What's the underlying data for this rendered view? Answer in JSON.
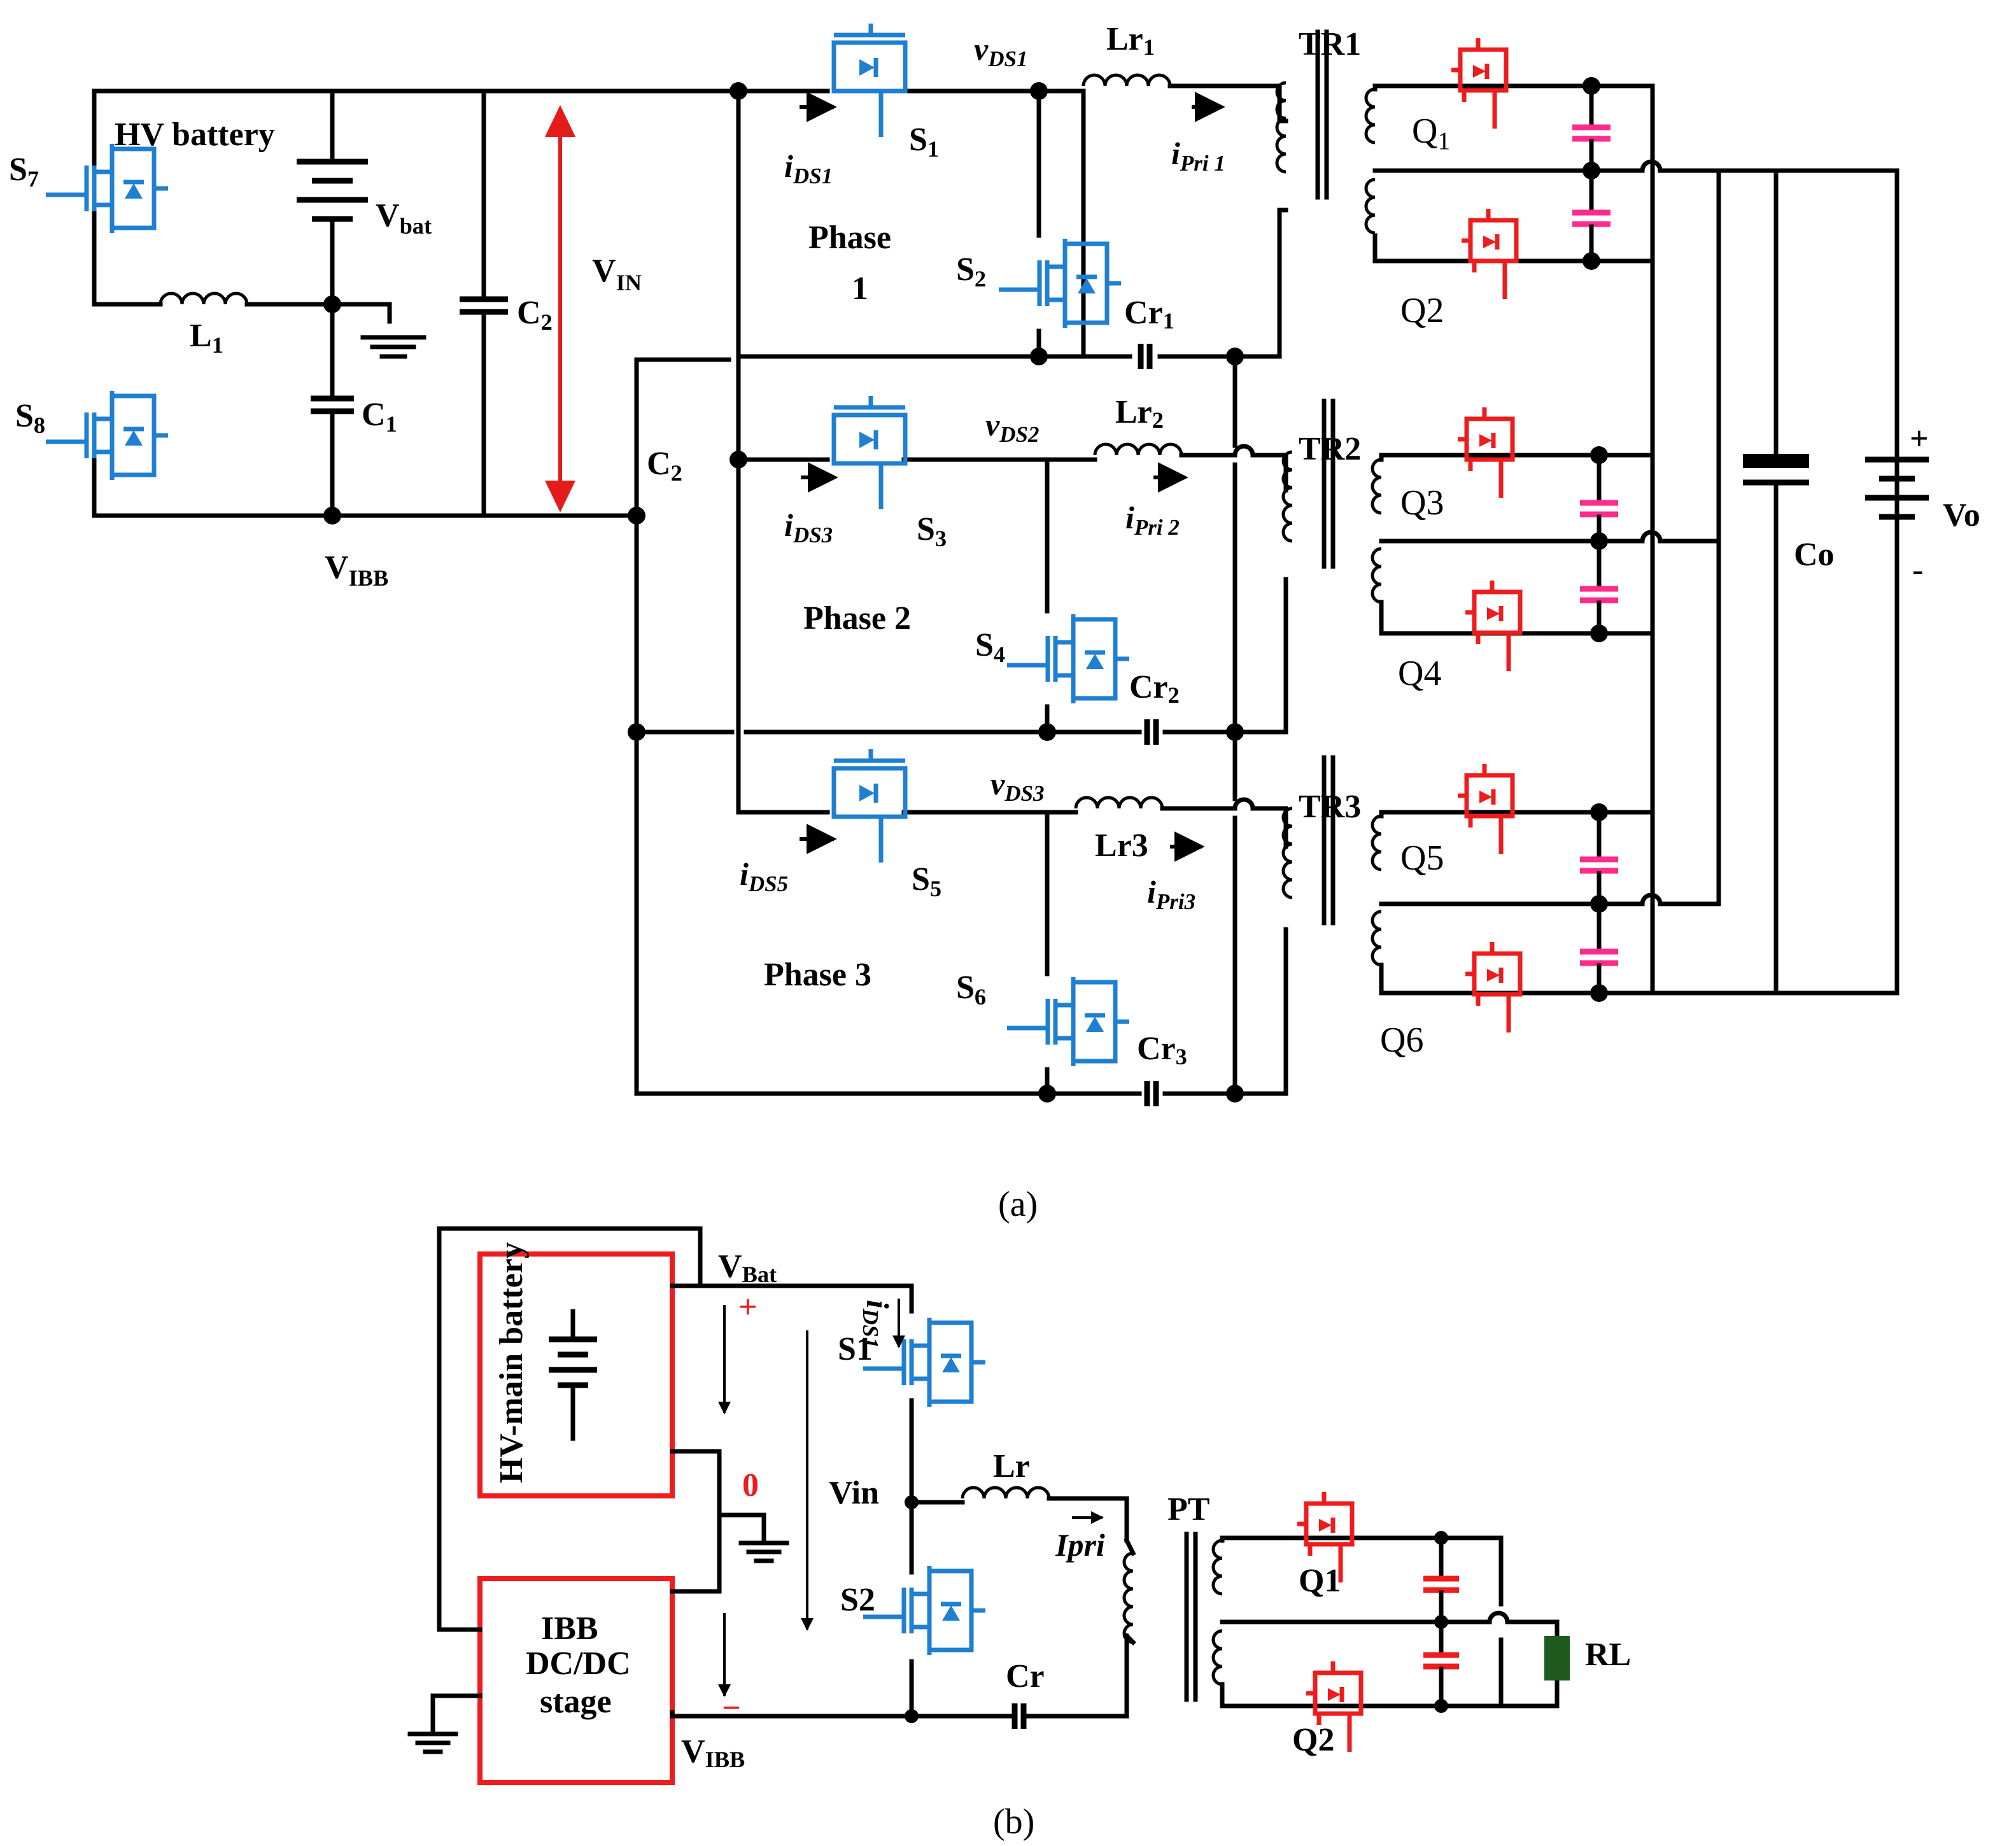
{
  "a": {
    "hv_battery": "HV battery",
    "vbat": "V",
    "vbat_sub": "bat",
    "l1": "L",
    "l1_sub": "1",
    "c1": "C",
    "c1_sub": "1",
    "c2_left": "C",
    "c2_left_sub": "2",
    "vin": "V",
    "vin_sub": "IN",
    "c2_mid": "C",
    "c2_mid_sub": "2",
    "vibb": "V",
    "vibb_sub": "IBB",
    "s7": "S",
    "s7_sub": "7",
    "s8": "S",
    "s8_sub": "8",
    "s1": "S",
    "s1_sub": "1",
    "s2": "S",
    "s2_sub": "2",
    "s3": "S",
    "s3_sub": "3",
    "s4": "S",
    "s4_sub": "4",
    "s5": "S",
    "s5_sub": "5",
    "s6": "S",
    "s6_sub": "6",
    "phase1_a": "Phase",
    "phase1_b": "1",
    "phase2": "Phase 2",
    "phase3": "Phase 3",
    "vds1": "v",
    "vds1_sub": "DS1",
    "vds2": "v",
    "vds2_sub": "DS2",
    "vds3": "v",
    "vds3_sub": "DS3",
    "ids1": "i",
    "ids1_sub": "DS1",
    "ids3": "i",
    "ids3_sub": "DS3",
    "ids5": "i",
    "ids5_sub": "DS5",
    "lr1": "Lr",
    "lr1_sub": "1",
    "lr2": "Lr",
    "lr2_sub": "2",
    "lr3": "Lr3",
    "cr1": "Cr",
    "cr1_sub": "1",
    "cr2": "Cr",
    "cr2_sub": "2",
    "cr3": "Cr",
    "cr3_sub": "3",
    "ipri1": "i",
    "ipri1_sub": "Pri 1",
    "ipri2": "i",
    "ipri2_sub": "Pri 2",
    "ipri3": "i",
    "ipri3_sub": "Pri3",
    "tr1": "TR1",
    "tr2": "TR2",
    "tr3": "TR3",
    "q1": "Q",
    "q1_sub": "1",
    "q2": "Q2",
    "q3": "Q3",
    "q4": "Q4",
    "q5": "Q5",
    "q6": "Q6",
    "co": "Co",
    "vo": "Vo",
    "plus": "+",
    "minus": "-",
    "caption": "(a)"
  },
  "b": {
    "hv_main_battery": "HV-main battery",
    "ibb_1": "IBB",
    "ibb_2": "DC/DC",
    "ibb_3": "stage",
    "vbat": "V",
    "vbat_sub": "Bat",
    "vibb": "V",
    "vibb_sub": "IBB",
    "plus": "+",
    "zero": "0",
    "minus": "−",
    "vin": "Vin",
    "s1": "S1",
    "s2": "S2",
    "ids1": "i",
    "ids1_sub": "DS1",
    "lr": "Lr",
    "cr": "Cr",
    "ipri": "Ipri",
    "pt": "PT",
    "q1": "Q1",
    "q2": "Q2",
    "rl": "RL",
    "caption": "(b)"
  },
  "colors": {
    "wire": "#000000",
    "primary_switch": "#1f7fd1",
    "rectifier": "#ee1c1c",
    "resonant_cap": "#ff2b8a",
    "vin_arrow": "#e31b1b",
    "load": "#1e5a1e"
  }
}
